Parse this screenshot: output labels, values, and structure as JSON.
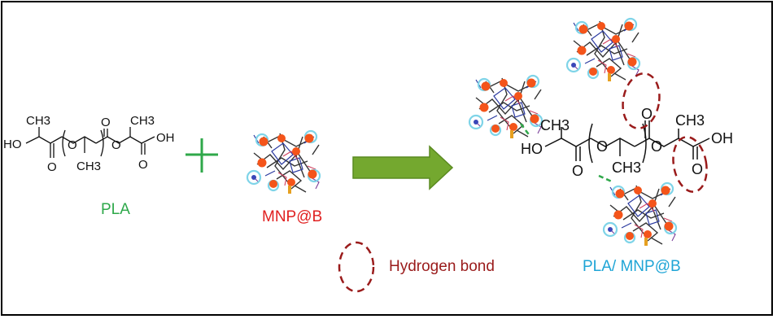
{
  "labels": {
    "pla": "PLA",
    "mnp": "MNP@B",
    "product": "PLA/ MNP@B",
    "legend_hbond": "Hydrogen bond"
  },
  "chem_text": {
    "ch3": "CH3",
    "ho": "HO",
    "oh": "OH",
    "o": "O"
  },
  "colors": {
    "pla_label": "#2ea84a",
    "mnp_label": "#e02020",
    "product_label": "#1fa5d6",
    "hbond_label": "#9a1b1b",
    "arrow_fill": "#74a82f",
    "plus": "#2fa84a",
    "ellipse": "#9a1b1b",
    "node_orange": "#f4541a",
    "node_cyan": "#7fd4e8"
  },
  "icons": {
    "plus": "plus-sign-icon",
    "arrow": "reaction-arrow-icon",
    "cluster": "mnp-molecule-cluster-icon",
    "ellipse": "dashed-ellipse-icon"
  }
}
